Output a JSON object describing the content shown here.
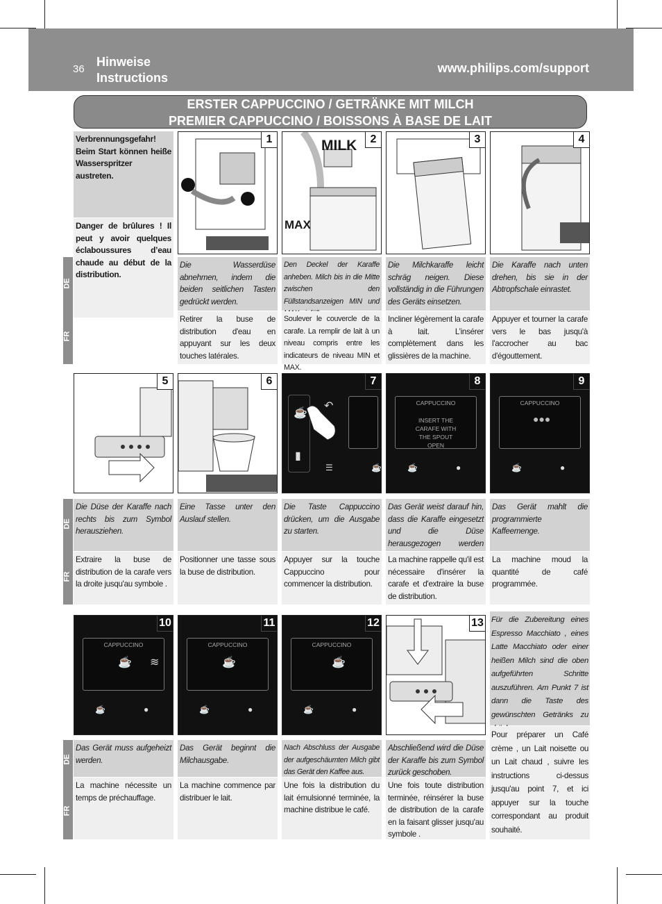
{
  "header": {
    "page_number": "36",
    "title_de": "Hinweise",
    "title_en": "Instructions",
    "url": "www.philips.com/support"
  },
  "section": {
    "title_de": "ERSTER CAPPUCCINO / GETRÄNKE MIT MILCH",
    "title_fr": "PREMIER CAPPUCCINO / BOISSONS À BASE DE LAIT"
  },
  "lang": {
    "de": "DE",
    "fr": "FR"
  },
  "warning": {
    "de": "Verbrennungsgefahr! Beim Start können heiße Wasserspritzer austreten.",
    "fr": "Danger de brûlures ! Il peut y avoir quelques éclaboussures d’eau chaude au début de la distribution."
  },
  "steps": [
    {
      "num": "1",
      "de": "Die Wasserdüse abnehmen, indem die beiden seitlichen Tasten gedrückt werden.",
      "fr": "Retirer la buse de distribution d'eau en appuyant sur les deux touches latérales."
    },
    {
      "num": "2",
      "de": "Den Deckel der Karaffe anheben. Milch bis in die Mitte zwischen den Füllstandsanzeigen MIN und MAX einfüllen.",
      "fr": "Soulever le couvercle de la carafe. La remplir de lait à un niveau compris entre les indicateurs de niveau MIN et MAX."
    },
    {
      "num": "3",
      "de": "Die Milchkaraffe leicht schräg neigen. Diese vollständig in die Führungen des Geräts einsetzen.",
      "fr": "Incliner légèrement la carafe à lait. L’insérer complètement dans les glissières de la machine."
    },
    {
      "num": "4",
      "de": "Die Karaffe nach unten drehen, bis sie in der Abtropfschale einrastet.",
      "fr": "Appuyer et tourner la carafe vers le bas jusqu'à l'accrocher au bac d'égouttement."
    },
    {
      "num": "5",
      "de": "Die Düse der Karaffe nach rechts bis zum Symbol herausziehen.",
      "fr": "Extraire la buse de distribution de la carafe vers la droite jusqu'au symbole ."
    },
    {
      "num": "6",
      "de": "Eine Tasse unter den Auslauf stellen.",
      "fr": "Positionner une tasse sous la buse de distribution."
    },
    {
      "num": "7",
      "de": "Die Taste Cappuccino drücken, um die Ausgabe zu starten.",
      "fr": "Appuyer sur la touche Cappuccino pour commencer la distribution."
    },
    {
      "num": "8",
      "de": "Das Gerät weist darauf hin, dass die Karaffe eingesetzt und die Düse herausgezogen werden muss.",
      "fr": "La machine rappelle qu'il est nécessaire d'insérer la carafe et d'extraire la buse de distribution."
    },
    {
      "num": "9",
      "de": "Das Gerät mahlt die programmierte Kaffeemenge.",
      "fr": "La machine moud la quantité de café programmée."
    },
    {
      "num": "10",
      "de": "Das Gerät muss aufgeheizt werden.",
      "fr": "La machine nécessite un temps de préchauffage."
    },
    {
      "num": "11",
      "de": "Das Gerät beginnt die Milchausgabe.",
      "fr": "La machine commence par distribuer le lait."
    },
    {
      "num": "12",
      "de": "Nach Abschluss der Ausgabe der aufgeschäumten Milch gibt das Gerät den Kaffee aus.",
      "fr": "Une fois la distribution du lait émulsionné terminée, la machine distribue le café."
    },
    {
      "num": "13",
      "de": "Abschließend wird die Düse der Karaffe bis zum Symbol zurück geschoben.",
      "fr": "Une fois toute distribution terminée, réinsérer la buse de distribution de la carafe en la faisant glisser jusqu'au symbole ."
    }
  ],
  "note": {
    "de": "Für die Zubereitung eines Espresso Macchiato , eines Latte Macchiato oder einer heißen Milch sind die oben aufgeführten Schritte auszuführen. Am Punkt 7 ist dann die Taste des gewünschten Getränks zu drücken.",
    "fr": "Pour préparer un Café crème , un Lait noisette ou un Lait chaud , suivre les instructions ci-dessus jusqu'au point 7, et ici appuyer sur la touche correspondant au produit souhaité."
  },
  "display": {
    "cappuccino": "CAPPUCCINO",
    "insert_msg": "INSERT THE CARAFE WITH THE SPOUT OPEN"
  },
  "image_labels": {
    "milk": "MILK",
    "max": "MAX"
  }
}
